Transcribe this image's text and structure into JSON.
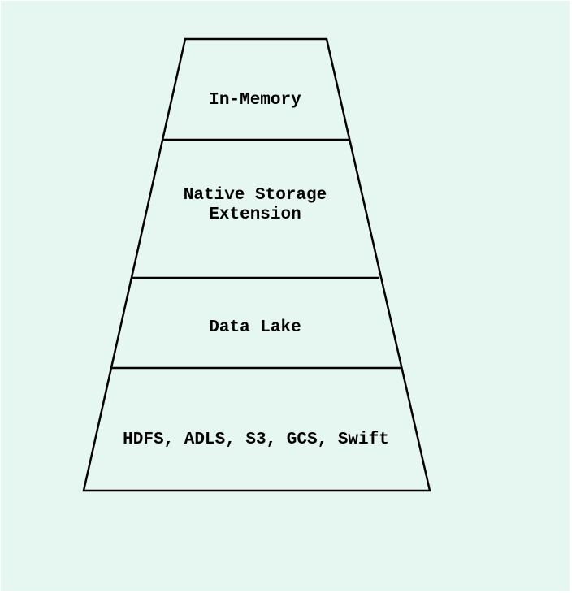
{
  "colors": {
    "background": "#e6f6f0",
    "stroke": "#000000",
    "text": "#000000"
  },
  "tiers": [
    {
      "label_lines": [
        "In-Memory"
      ]
    },
    {
      "label_lines": [
        "Native Storage",
        "Extension"
      ]
    },
    {
      "label_lines": [
        "Data Lake"
      ]
    },
    {
      "label_lines": [
        "HDFS, ADLS, S3, GCS, Swift"
      ]
    }
  ]
}
